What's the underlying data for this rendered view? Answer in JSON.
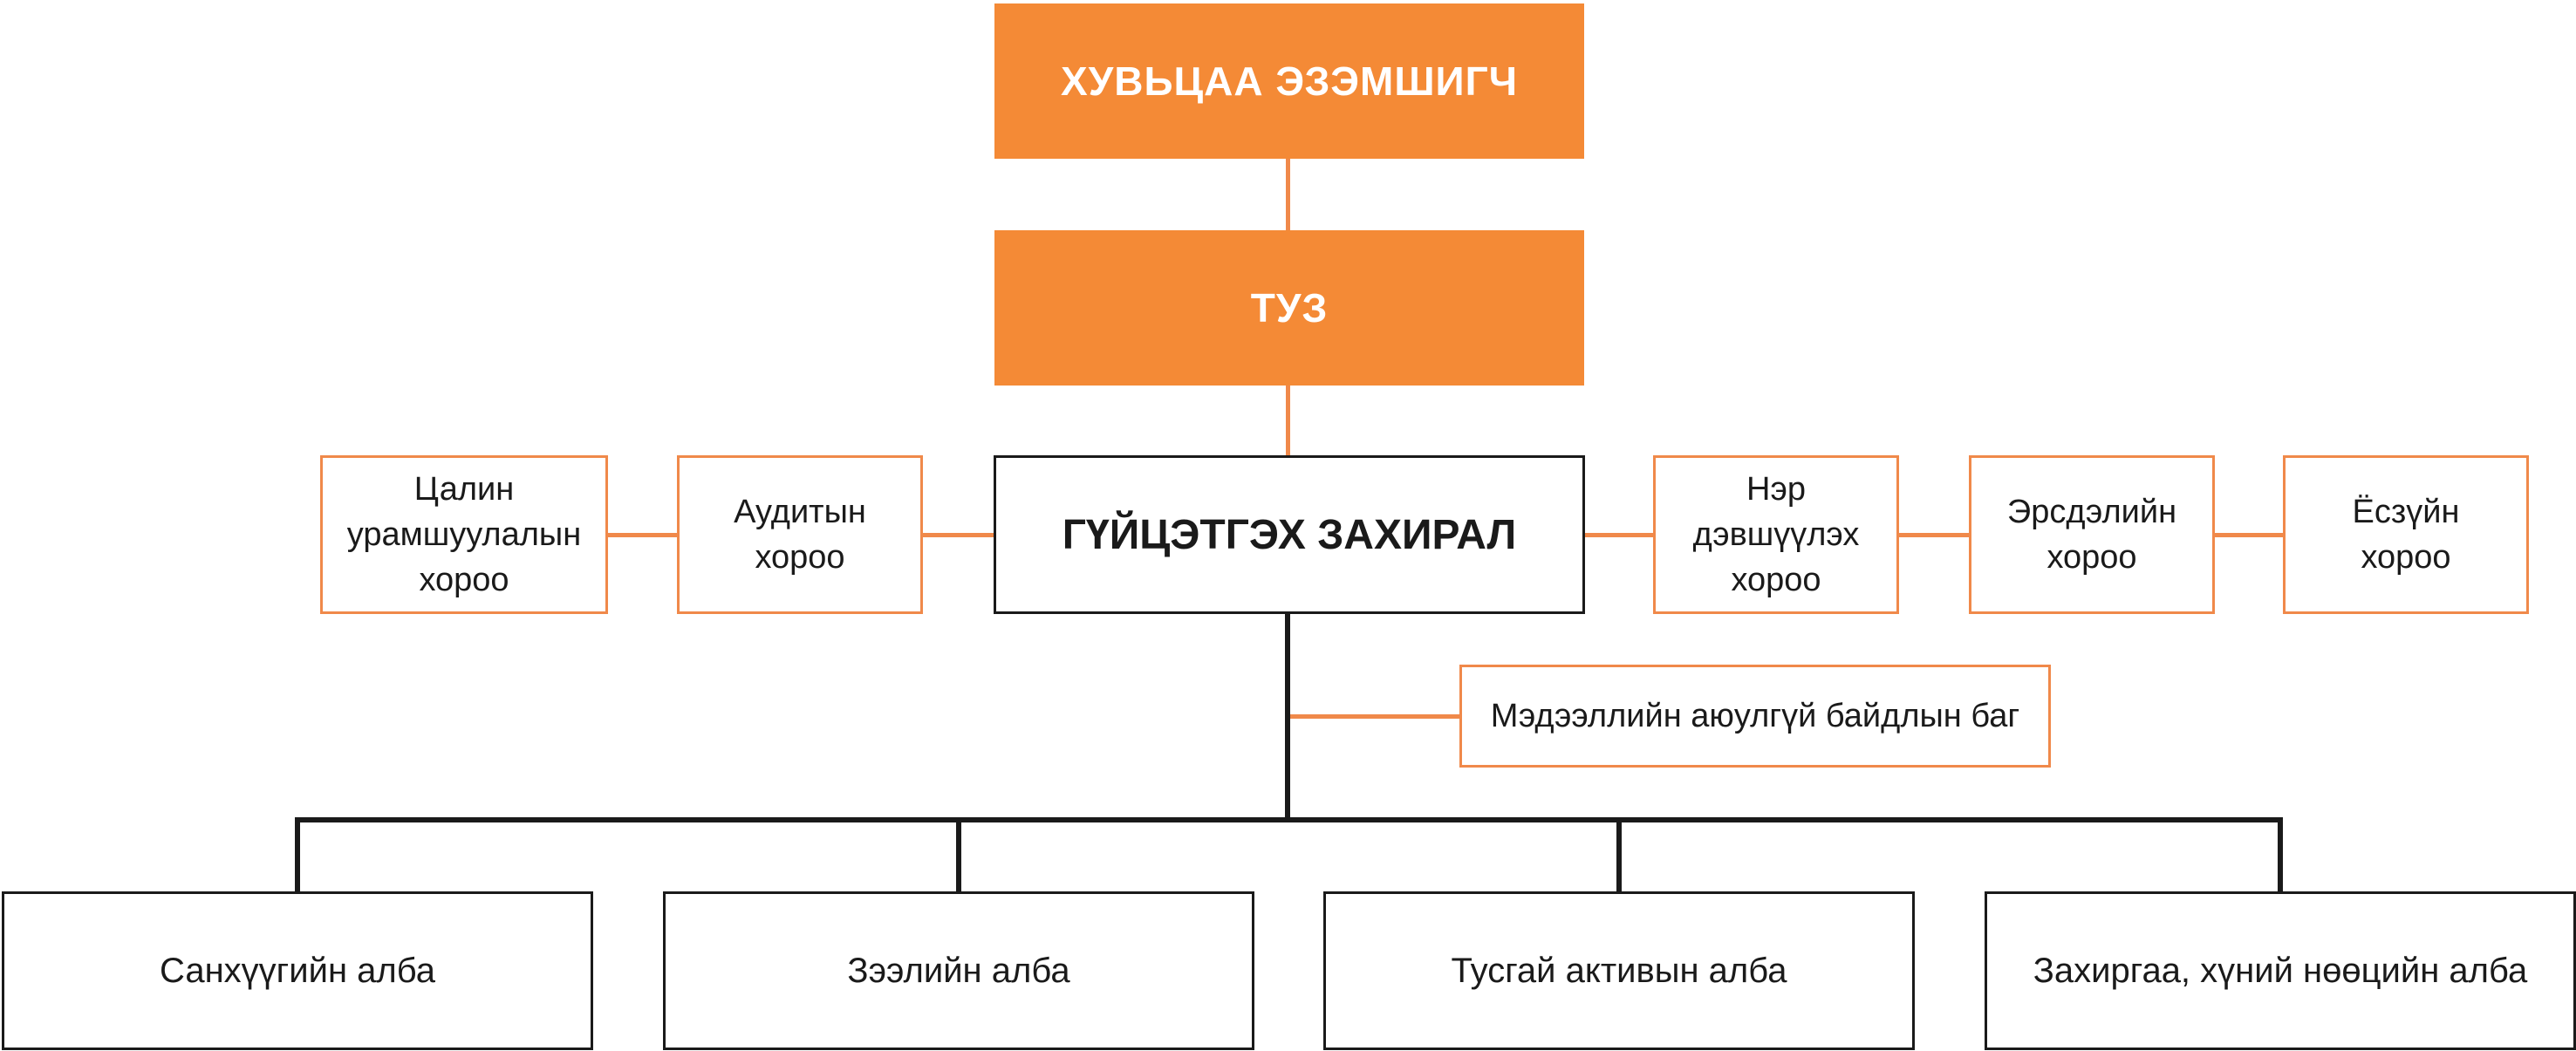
{
  "top": {
    "owner": "ХУВЬЦАА ЭЗЭМШИГЧ",
    "board": "ТУЗ",
    "ceo": "ГҮЙЦЭТГЭХ ЗАХИРАЛ"
  },
  "committees_left": [
    {
      "lines": [
        "Цалин",
        "урамшуулалын",
        "хороо"
      ]
    },
    {
      "lines": [
        "Аудитын",
        "хороо"
      ]
    }
  ],
  "committees_right": [
    {
      "lines": [
        "Нэр",
        "дэвшүүлэх",
        "хороо"
      ]
    },
    {
      "lines": [
        "Эрсдэлийн",
        "хороо"
      ]
    },
    {
      "lines": [
        "Ёсзүйн",
        "хороо"
      ]
    }
  ],
  "security_team": "Мэдээллийн аюулгүй байдлын баг",
  "departments": [
    "Санхүүгийн алба",
    "Зээлийн алба",
    "Тусгай активын алба",
    "Захиргаа, хүний нөөцийн алба"
  ],
  "colors": {
    "accent": "#f48a36",
    "outline": "#f0894a",
    "dark": "#1a1a1a"
  }
}
